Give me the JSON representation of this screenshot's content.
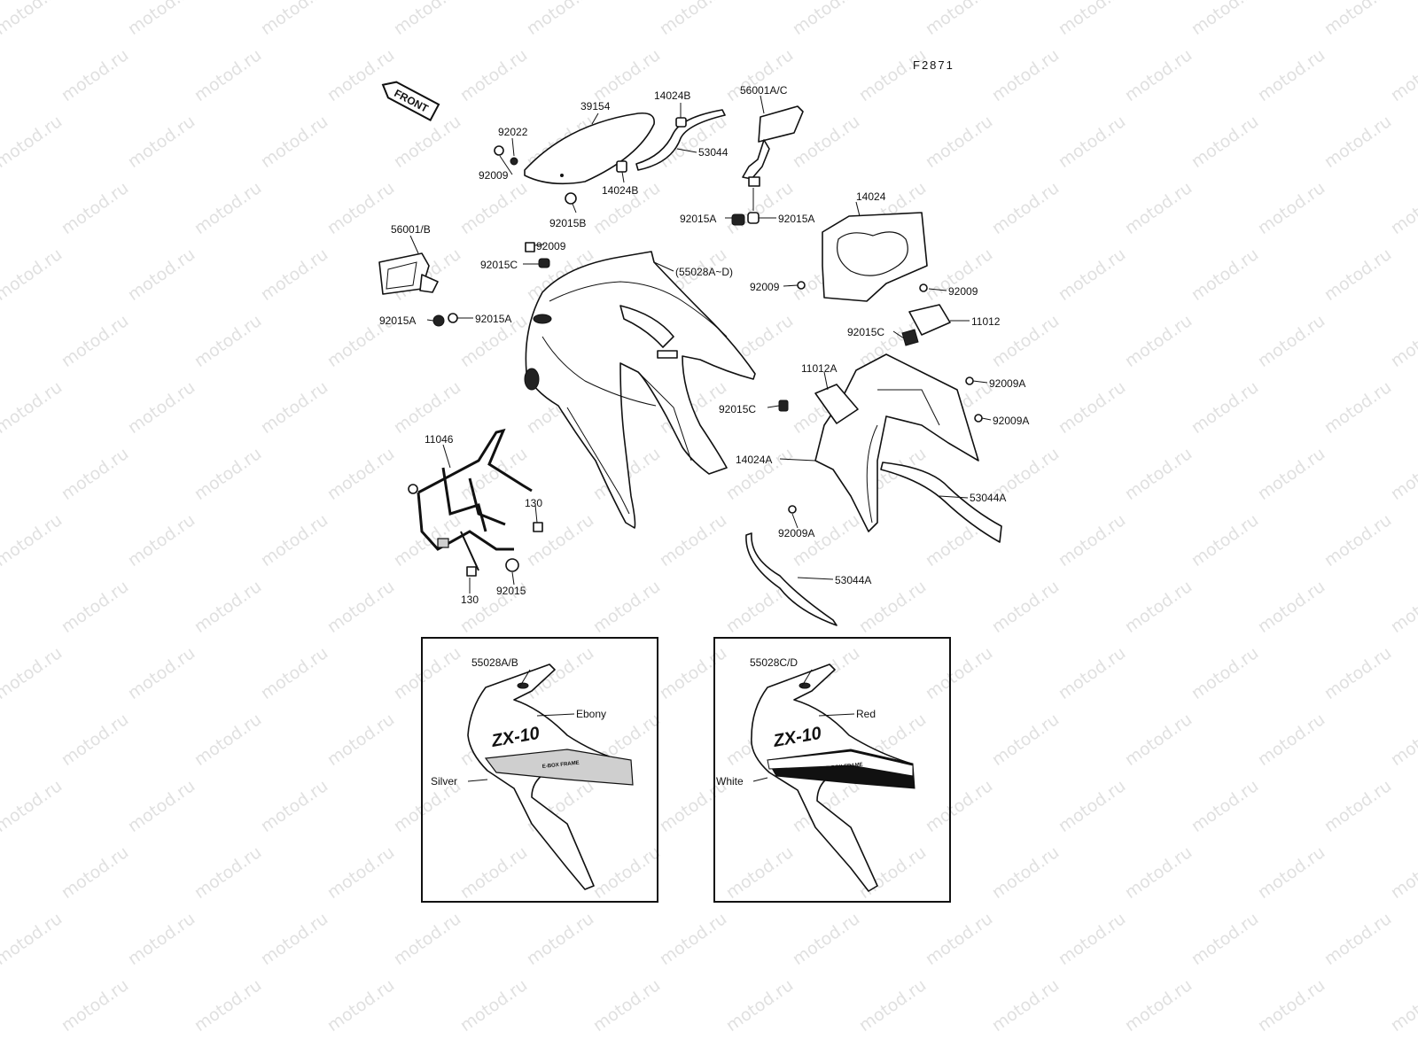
{
  "figure_code": "F2871",
  "front_arrow": "FRONT",
  "watermark": "motod.ru",
  "parts": {
    "p39154": "39154",
    "p14024B_top": "14024B",
    "p56001AC": "56001A/C",
    "p92022": "92022",
    "p92009_a": "92009",
    "p53044": "53044",
    "p14024B_bot": "14024B",
    "p92015B": "92015B",
    "p92015A_1": "92015A",
    "p92015A_2": "92015A",
    "p14024": "14024",
    "p56001B": "56001/B",
    "p92009_b": "92009",
    "p92015C_a": "92015C",
    "p55028AD": "(55028A~D)",
    "p92015A_3": "92015A",
    "p92015A_4": "92015A",
    "p92009_c": "92009",
    "p92009_d": "92009",
    "p11012": "11012",
    "p92015C_b": "92015C",
    "p11012A": "11012A",
    "p92009A_1": "92009A",
    "p92015C_c": "92015C",
    "p92009A_2": "92009A",
    "p14024A": "14024A",
    "p11046": "11046",
    "p53044A_1": "53044A",
    "p130_a": "130",
    "p92009A_3": "92009A",
    "p53044A_2": "53044A",
    "p130_b": "130",
    "p92015": "92015"
  },
  "variant_left": {
    "code": "55028A/B",
    "color_main": "Ebony",
    "color_stripe": "Silver",
    "model": "ZX-10",
    "frame_text": "E-BOX FRAME"
  },
  "variant_right": {
    "code": "55028C/D",
    "color_main": "Red",
    "color_stripe": "White",
    "model": "ZX-10",
    "frame_text": "E-BOX FRAME"
  }
}
